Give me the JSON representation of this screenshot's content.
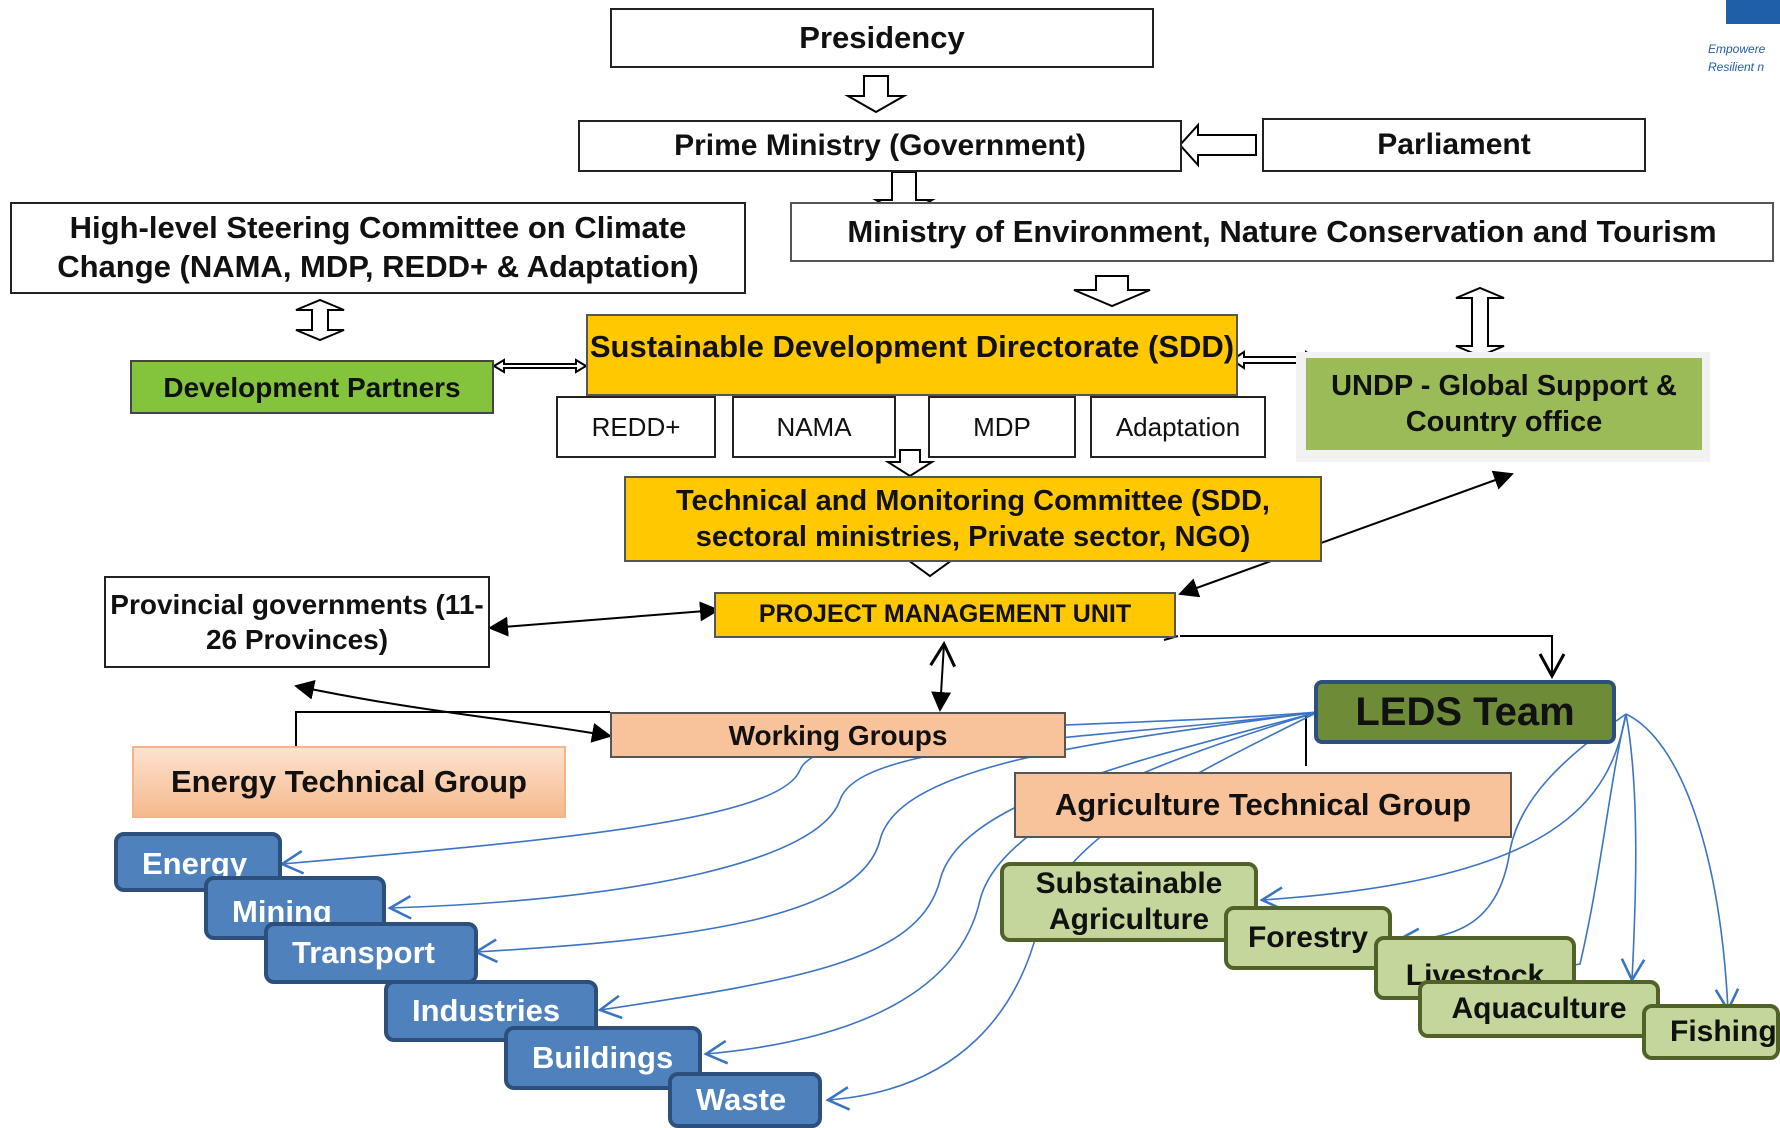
{
  "top": {
    "presidency": "Presidency",
    "prime_ministry": "Prime Ministry (Government)",
    "parliament": "Parliament",
    "ministry": "Ministry of Environment, Nature Conservation and Tourism",
    "steering": "High-level Steering Committee on Climate Change (NAMA, MDP, REDD+ & Adaptation)"
  },
  "sdd": {
    "title": "Sustainable Development Directorate (SDD)",
    "units": [
      "REDD+",
      "NAMA",
      "MDP",
      "Adaptation"
    ]
  },
  "partners": {
    "development": "Development Partners",
    "undp": "UNDP - Global Support & Country office"
  },
  "committee": "Technical and Monitoring Committee (SDD, sectoral ministries, Private sector, NGO)",
  "provincial": "Provincial governments (11-26 Provinces)",
  "pmu": "PROJECT MANAGEMENT UNIT",
  "leds": "LEDS Team",
  "working_groups": "Working Groups",
  "energy_group": "Energy Technical Group",
  "agriculture_group": "Agriculture Technical Group",
  "energy_sectors": [
    "Energy",
    "Mining",
    "Transport",
    "Industries",
    "Buildings",
    "Waste"
  ],
  "agri_sectors": [
    "Substainable Agriculture",
    "Forestry",
    "Livestock",
    "Aquaculture",
    "Fishing"
  ],
  "logo": {
    "line1": "Empowere",
    "line2": "Resilient n"
  },
  "colors": {
    "gold": "#ffc800",
    "green": "#84c43c",
    "olive": "#9bbb59",
    "blue": "#4f81bd",
    "light_green": "#c3d69b",
    "peach": "#f8c39b",
    "curve": "#3b74c2"
  }
}
